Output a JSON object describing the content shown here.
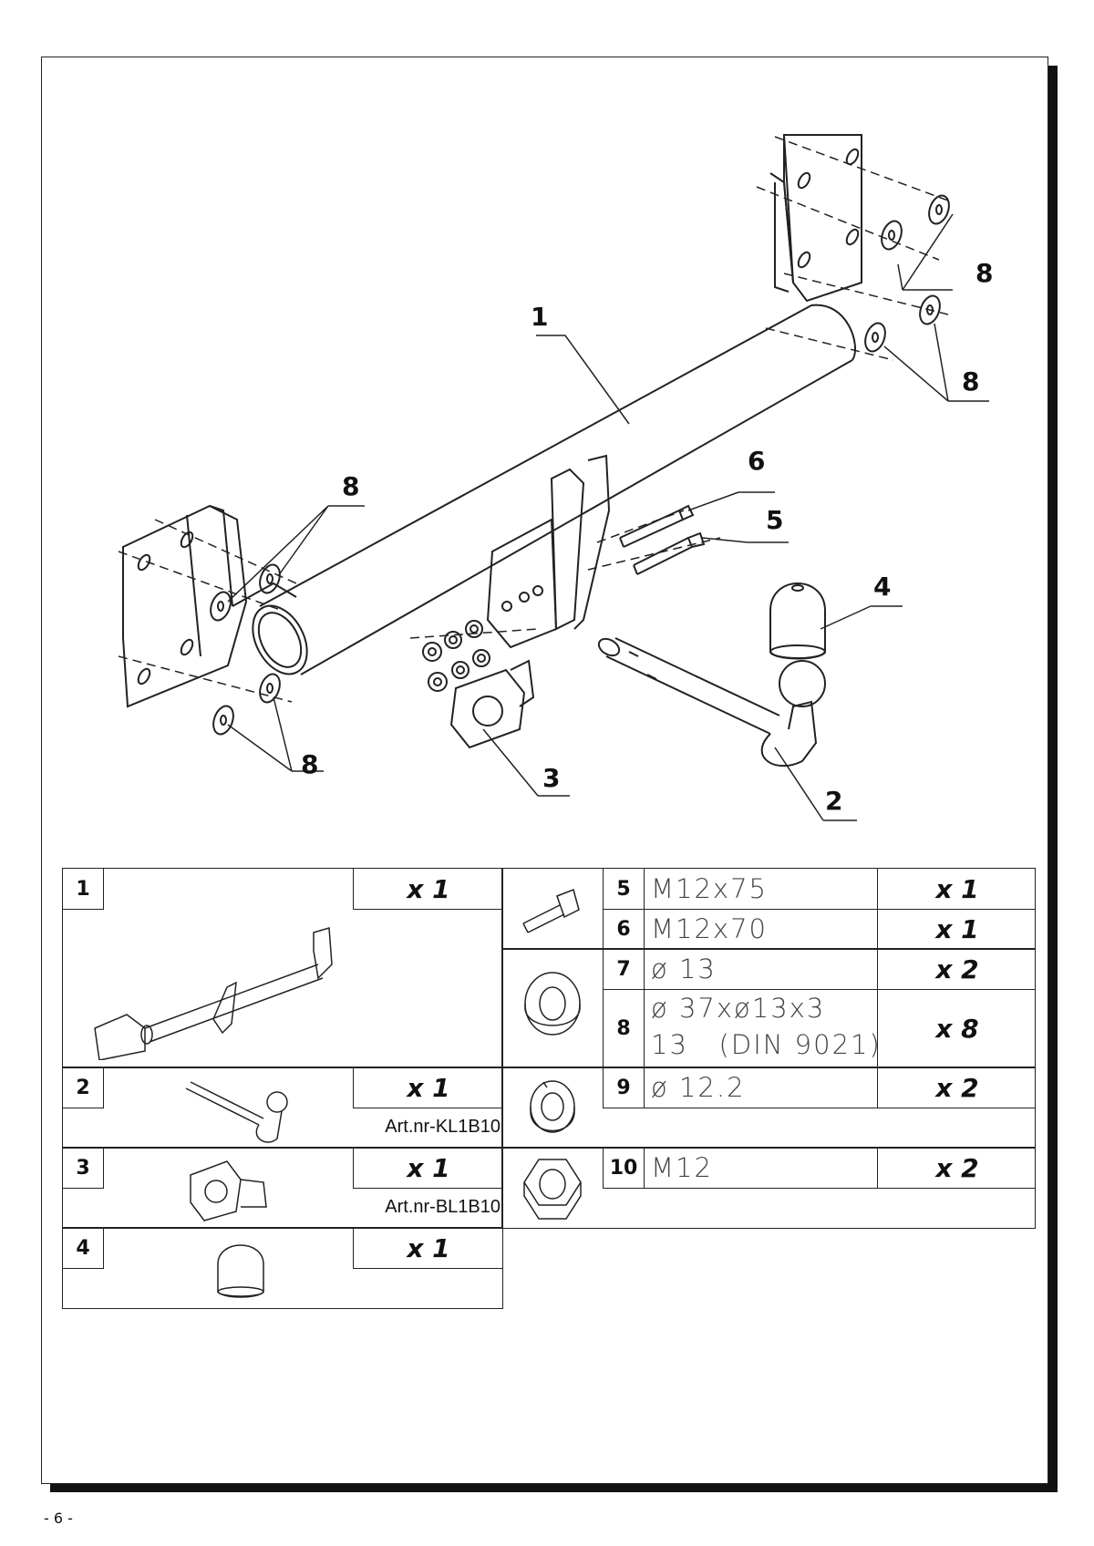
{
  "page_number": "- 6 -",
  "callouts": {
    "c1": "1",
    "c2": "2",
    "c3": "3",
    "c4": "4",
    "c5": "5",
    "c6": "6",
    "c8a": "8",
    "c8b": "8",
    "c8c": "8",
    "c8d": "8"
  },
  "parts": [
    {
      "num": "1",
      "qty": "x 1"
    },
    {
      "num": "2",
      "qty": "x 1",
      "art": "Art.nr-KL1B10"
    },
    {
      "num": "3",
      "qty": "x 1",
      "art": "Art.nr-BL1B10"
    },
    {
      "num": "4",
      "qty": "x 1"
    },
    {
      "num": "5",
      "spec": "M12x75",
      "qty": "x 1"
    },
    {
      "num": "6",
      "spec": "M12x70",
      "qty": "x 1"
    },
    {
      "num": "7",
      "spec": "ø 13",
      "qty": "x 2"
    },
    {
      "num": "8",
      "spec": "ø 37xø13x3",
      "spec2": "13   (DIN 9021)",
      "qty": "x 8"
    },
    {
      "num": "9",
      "spec": "ø 12.2",
      "qty": "x 2"
    },
    {
      "num": "10",
      "spec": "M12",
      "qty": "x 2"
    }
  ]
}
